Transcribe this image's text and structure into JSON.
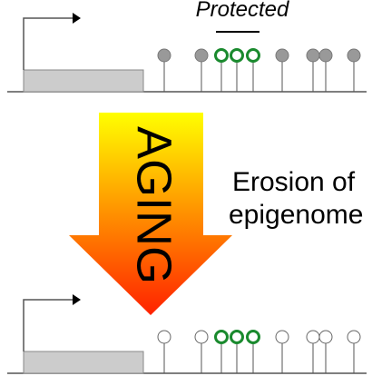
{
  "labels": {
    "protected": "Protected",
    "aging": "AGING",
    "erosion_line1": "Erosion of",
    "erosion_line2": "epigenome"
  },
  "colors": {
    "line": "#555555",
    "gene_box_fill": "#cccccc",
    "gene_box_stroke": "#888888",
    "methylated": "#999999",
    "protected_ring": "#1a8a2e",
    "unmethylated": "#ffffff",
    "arrow_top": "#ffff00",
    "arrow_bottom": "#ff2200"
  },
  "states": {
    "before": [
      "methylated",
      "methylated",
      "protected",
      "protected",
      "protected",
      "methylated",
      "methylated",
      "methylated",
      "methylated"
    ],
    "after": [
      "unmethylated",
      "unmethylated",
      "protected",
      "protected",
      "protected",
      "unmethylated",
      "unmethylated",
      "unmethylated",
      "unmethylated"
    ]
  },
  "icons": {
    "tss": "transcription-start-arrow-icon",
    "aging_arrow": "down-arrow-icon"
  }
}
